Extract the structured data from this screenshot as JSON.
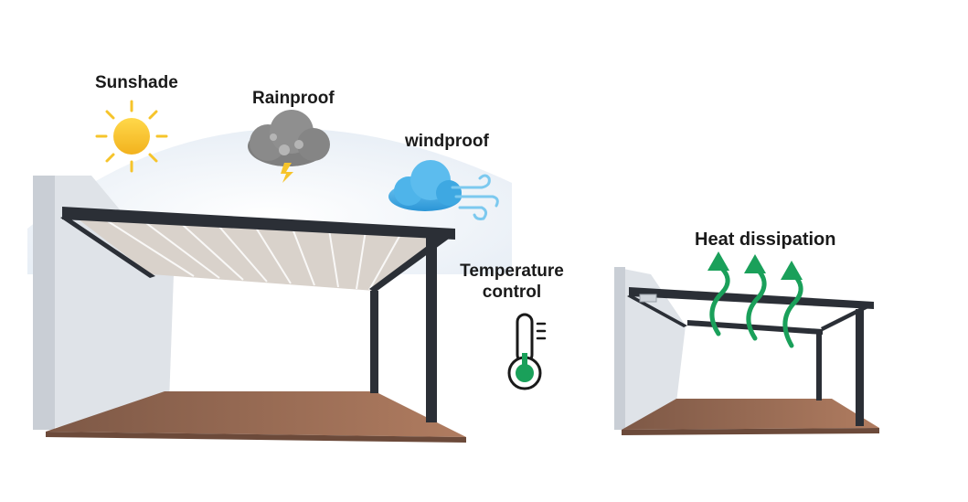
{
  "labels": {
    "sunshade": "Sunshade",
    "rainproof": "Rainproof",
    "windproof": "windproof",
    "temperature_line1": "Temperature",
    "temperature_line2": "control",
    "heat_dissipation": "Heat dissipation"
  },
  "icons": {
    "sun": "sun-icon",
    "cloud": "rain-cloud-icon",
    "wind": "wind-cloud-icon",
    "thermometer": "thermometer-icon",
    "heat_arrows": "upward-arrow-icon"
  },
  "colors": {
    "sun": "#f6c42b",
    "cloud": "#8a8a8a",
    "wind_cloud": "#3aa7e0",
    "heat_arrow": "#1aa05a",
    "frame": "#2b2f36",
    "deck": "#a8735a",
    "wall": "#dfe3e8"
  }
}
